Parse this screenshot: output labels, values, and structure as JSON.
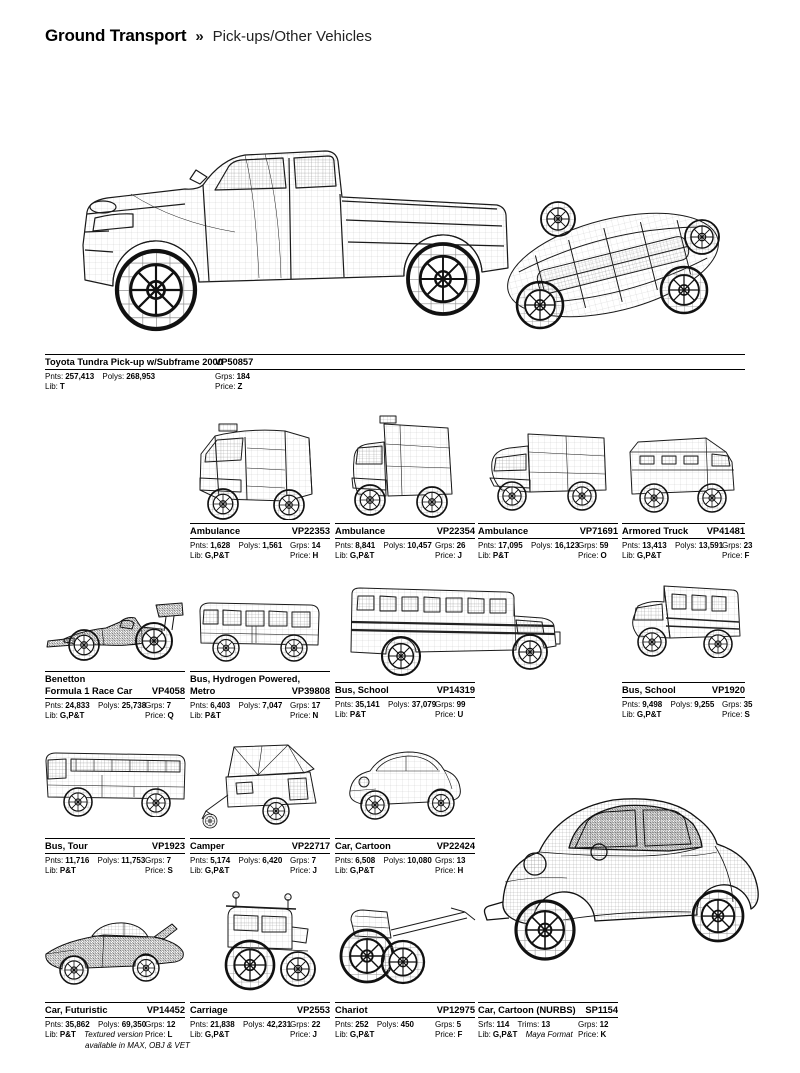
{
  "header": {
    "section": "Ground Transport",
    "separator": "»",
    "subsection": "Pick-ups/Other Vehicles"
  },
  "labels": {
    "pnts": "Pnts:",
    "polys": "Polys:",
    "grps": "Grps:",
    "lib": "Lib:",
    "price": "Price:",
    "srfs": "Srfs:",
    "trims": "Trims:"
  },
  "entries": [
    {
      "title": "Toyota Tundra Pick-up w/Subframe 2000",
      "code": "VP50857",
      "pnts": "257,413",
      "polys": "268,953",
      "grps": "184",
      "lib": "T",
      "price": "Z"
    },
    {
      "title": "Ambulance",
      "code": "VP22353",
      "pnts": "1,628",
      "polys": "1,561",
      "grps": "14",
      "lib": "G,P&T",
      "price": "H"
    },
    {
      "title": "Ambulance",
      "code": "VP22354",
      "pnts": "8,841",
      "polys": "10,457",
      "grps": "26",
      "lib": "G,P&T",
      "price": "J"
    },
    {
      "title": "Ambulance",
      "code": "VP71691",
      "pnts": "17,095",
      "polys": "16,123",
      "grps": "59",
      "lib": "P&T",
      "price": "O"
    },
    {
      "title": "Armored Truck",
      "code": "VP41481",
      "pnts": "13,413",
      "polys": "13,591",
      "grps": "23",
      "lib": "G,P&T",
      "price": "F"
    },
    {
      "title_line1": "Benetton",
      "title_line2": "Formula 1 Race Car",
      "code": "VP4058",
      "pnts": "24,833",
      "polys": "25,738",
      "grps": "7",
      "lib": "G,P&T",
      "price": "Q"
    },
    {
      "title_line1": "Bus, Hydrogen Powered,",
      "title_line2": "Metro",
      "code": "VP39808",
      "pnts": "6,403",
      "polys": "7,047",
      "grps": "17",
      "lib": "P&T",
      "price": "N"
    },
    {
      "title": "Bus, School",
      "code": "VP14319",
      "pnts": "35,141",
      "polys": "37,079",
      "grps": "99",
      "lib": "P&T",
      "price": "U"
    },
    {
      "title": "Bus, School",
      "code": "VP1920",
      "pnts": "9,498",
      "polys": "9,255",
      "grps": "35",
      "lib": "G,P&T",
      "price": "S"
    },
    {
      "title": "Bus, Tour",
      "code": "VP1923",
      "pnts": "11,716",
      "polys": "11,753",
      "grps": "7",
      "lib": "P&T",
      "price": "S"
    },
    {
      "title": "Camper",
      "code": "VP22717",
      "pnts": "5,174",
      "polys": "6,420",
      "grps": "7",
      "lib": "G,P&T",
      "price": "J"
    },
    {
      "title": "Car, Cartoon",
      "code": "VP22424",
      "pnts": "6,508",
      "polys": "10,080",
      "grps": "13",
      "lib": "G,P&T",
      "price": "H"
    },
    {
      "title": "Car, Futuristic",
      "code": "VP14452",
      "pnts": "35,862",
      "polys": "69,350",
      "grps": "12",
      "lib": "P&T",
      "price": "L",
      "note_line1": "Textured version",
      "note_line2": "available in MAX, OBJ & VET"
    },
    {
      "title": "Carriage",
      "code": "VP2553",
      "pnts": "21,838",
      "polys": "42,231",
      "grps": "22",
      "lib": "G,P&T",
      "price": "J"
    },
    {
      "title": "Chariot",
      "code": "VP12975",
      "pnts": "252",
      "polys": "450",
      "grps": "5",
      "lib": "G,P&T",
      "price": "F"
    },
    {
      "title": "Car, Cartoon (NURBS)",
      "code": "SP1154",
      "srfs": "114",
      "trims": "13",
      "grps": "12",
      "lib": "G,P&T",
      "lib_note": "Maya Format",
      "price": "K"
    }
  ]
}
